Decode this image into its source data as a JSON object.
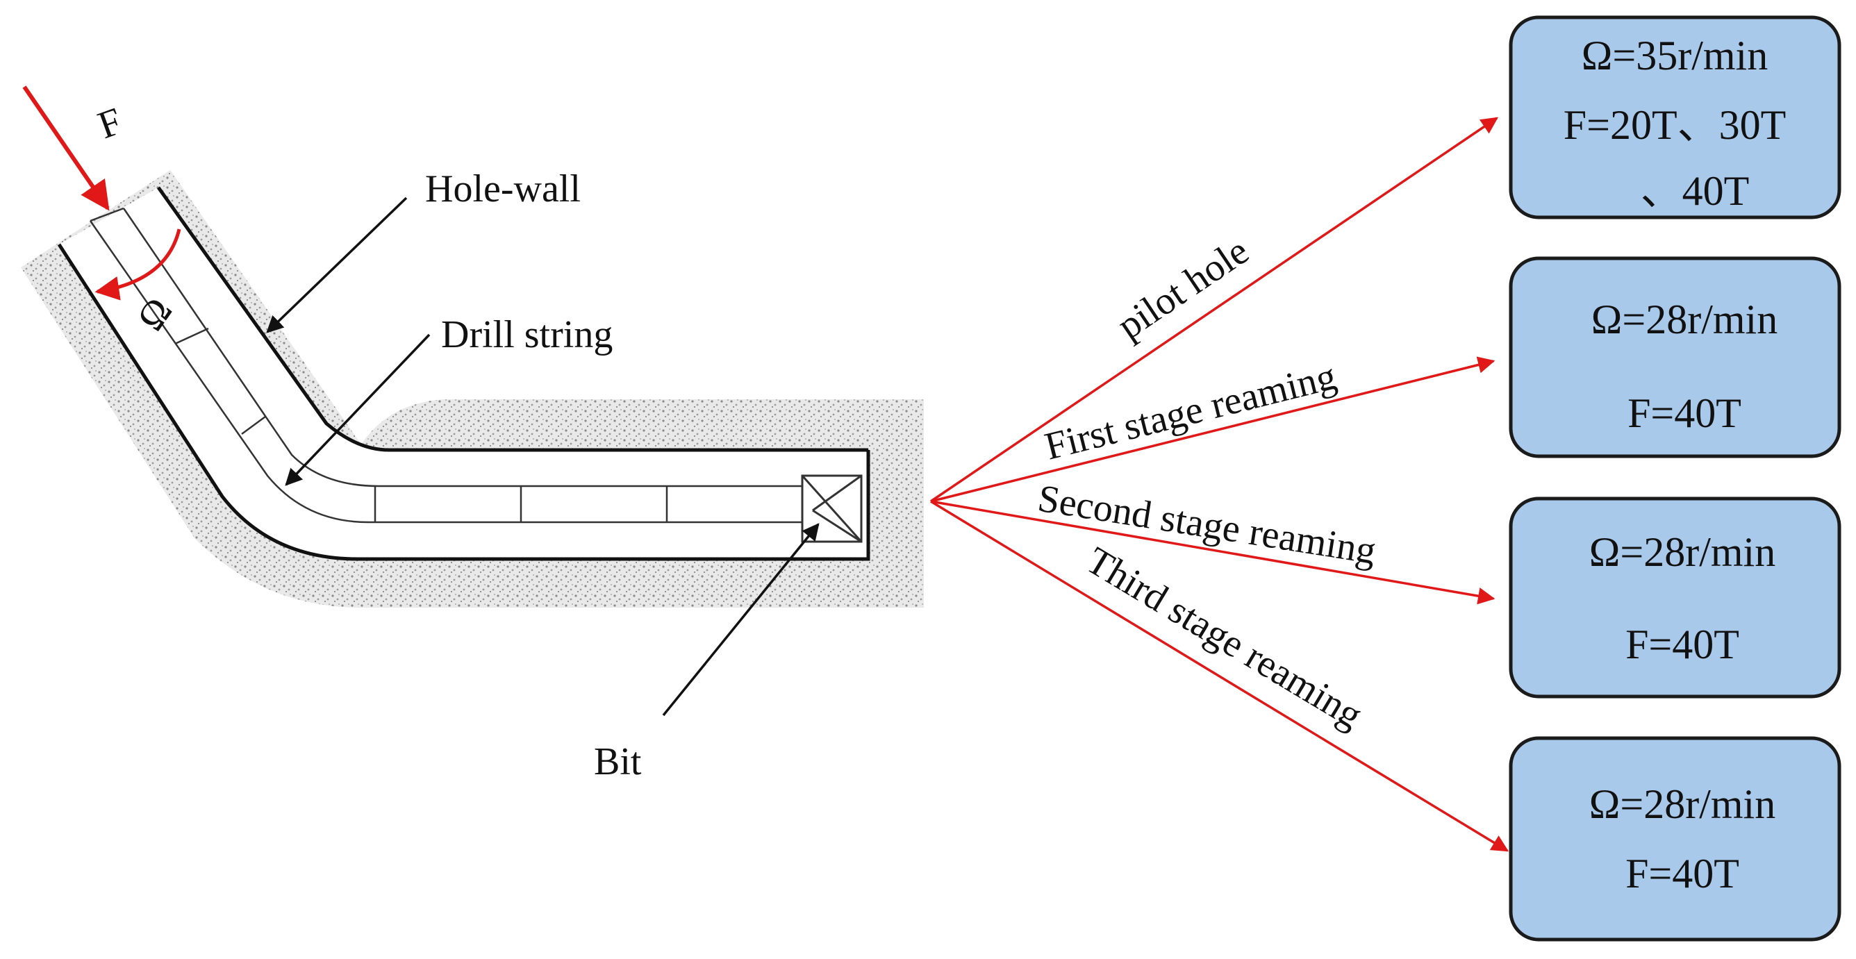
{
  "colors": {
    "arrow_red": "#e01818",
    "box_fill": "#a9c9ea",
    "box_stroke": "#1b1b1b",
    "rock": "#c8c8c8"
  },
  "labels": {
    "force": "F",
    "rotation": "Ω",
    "hole_wall": "Hole-wall",
    "drill_string": "Drill string",
    "bit": "Bit"
  },
  "stages": [
    {
      "name": "pilot hole",
      "lines": [
        "Ω=35r/min",
        "F=20T、30T",
        "、40T"
      ]
    },
    {
      "name": "First stage reaming",
      "lines": [
        "Ω=28r/min",
        "F=40T"
      ]
    },
    {
      "name": "Second stage reaming",
      "lines": [
        "Ω=28r/min",
        "F=40T"
      ]
    },
    {
      "name": "Third stage reaming",
      "lines": [
        "Ω=28r/min",
        "F=40T"
      ]
    }
  ]
}
